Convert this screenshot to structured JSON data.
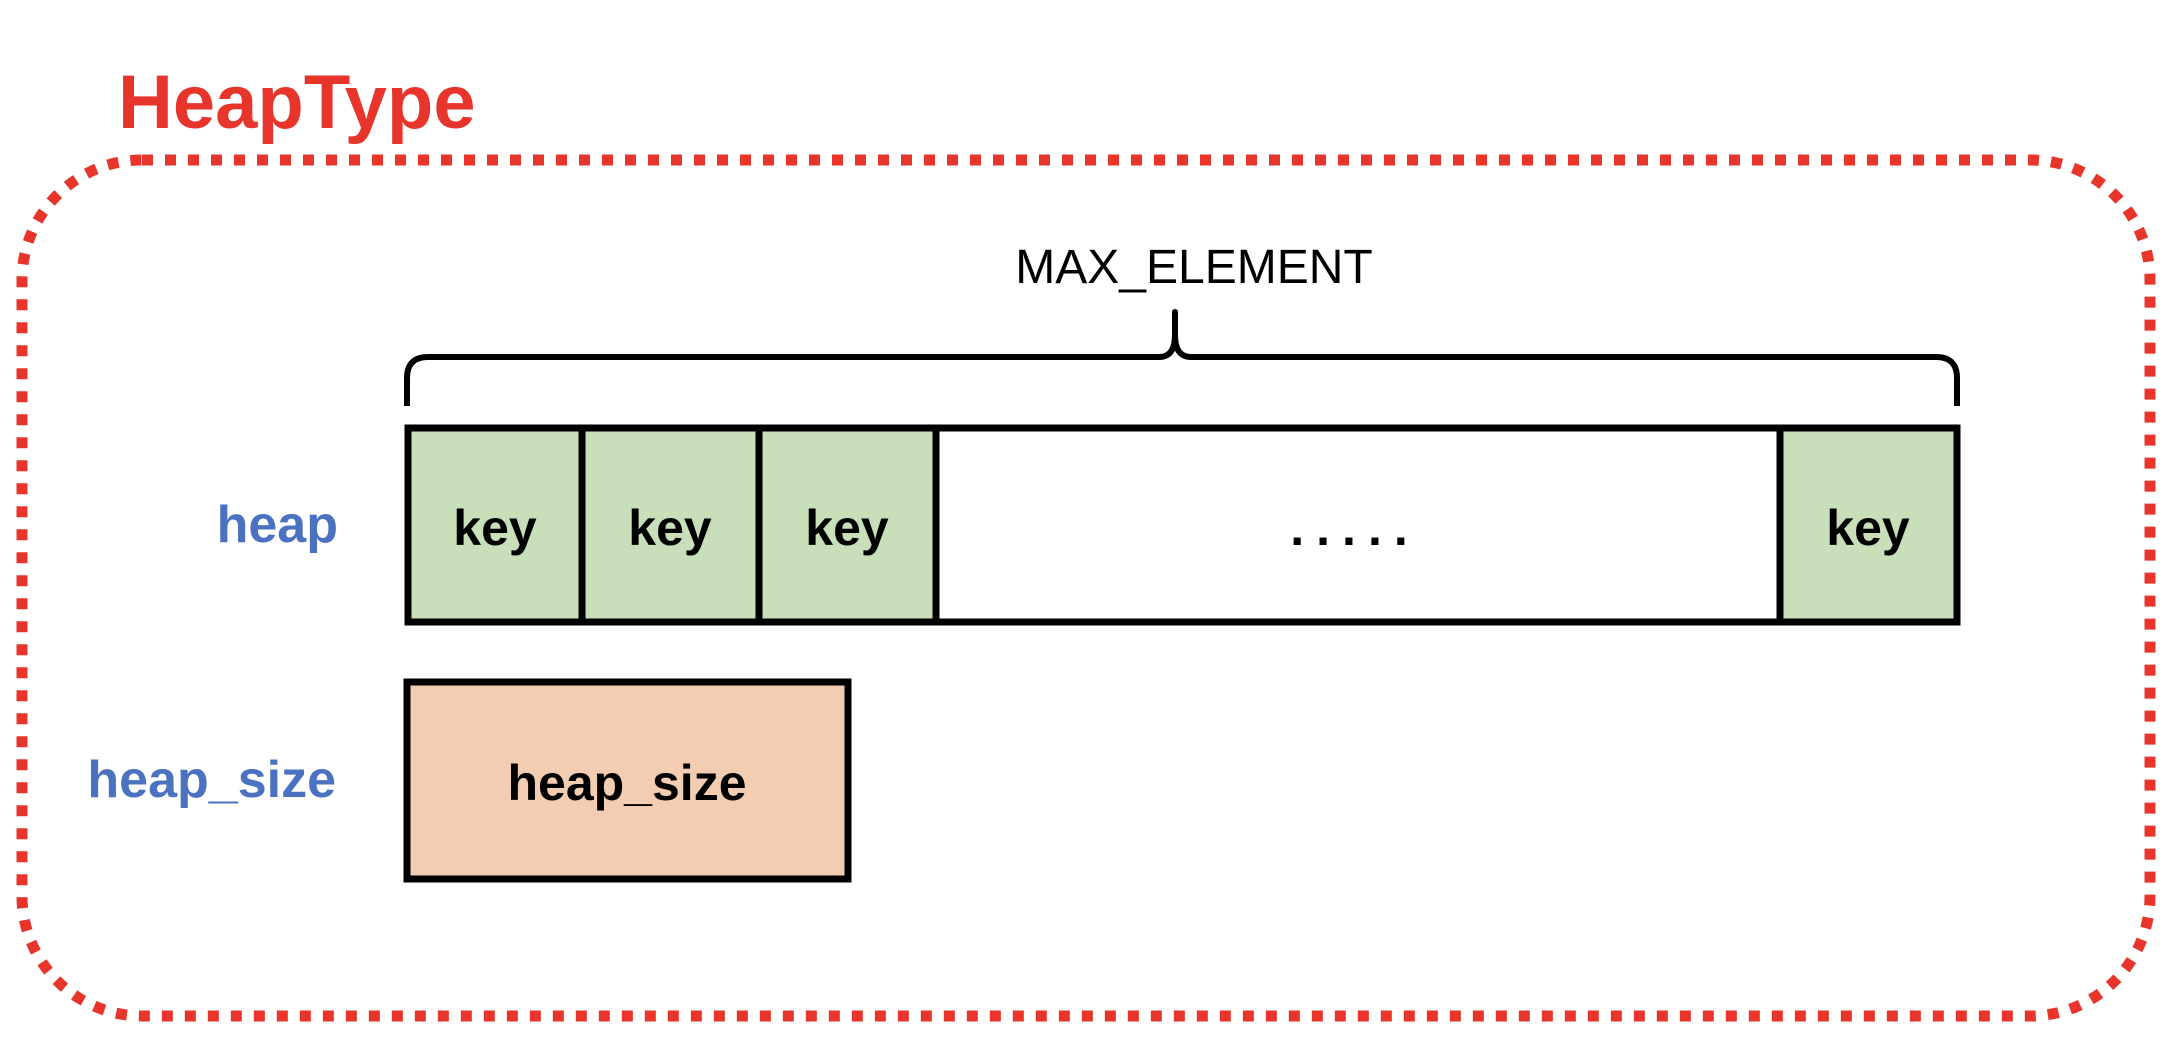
{
  "struct": {
    "name": "HeapType",
    "color": "#e8352b"
  },
  "fields": {
    "heap": {
      "label": "heap",
      "color": "#4a72c0",
      "cells": [
        {
          "text": "key",
          "fill": "#c9dfb9"
        },
        {
          "text": "key",
          "fill": "#c9dfb9"
        },
        {
          "text": "key",
          "fill": "#c9dfb9"
        },
        {
          "text": ".....",
          "fill": "#ffffff"
        },
        {
          "text": "key",
          "fill": "#c9dfb9"
        }
      ],
      "extent_label": "MAX_ELEMENT"
    },
    "heap_size": {
      "label": "heap_size",
      "color": "#4a72c0",
      "box_text": "heap_size",
      "box_fill": "#f2cdb2"
    }
  }
}
